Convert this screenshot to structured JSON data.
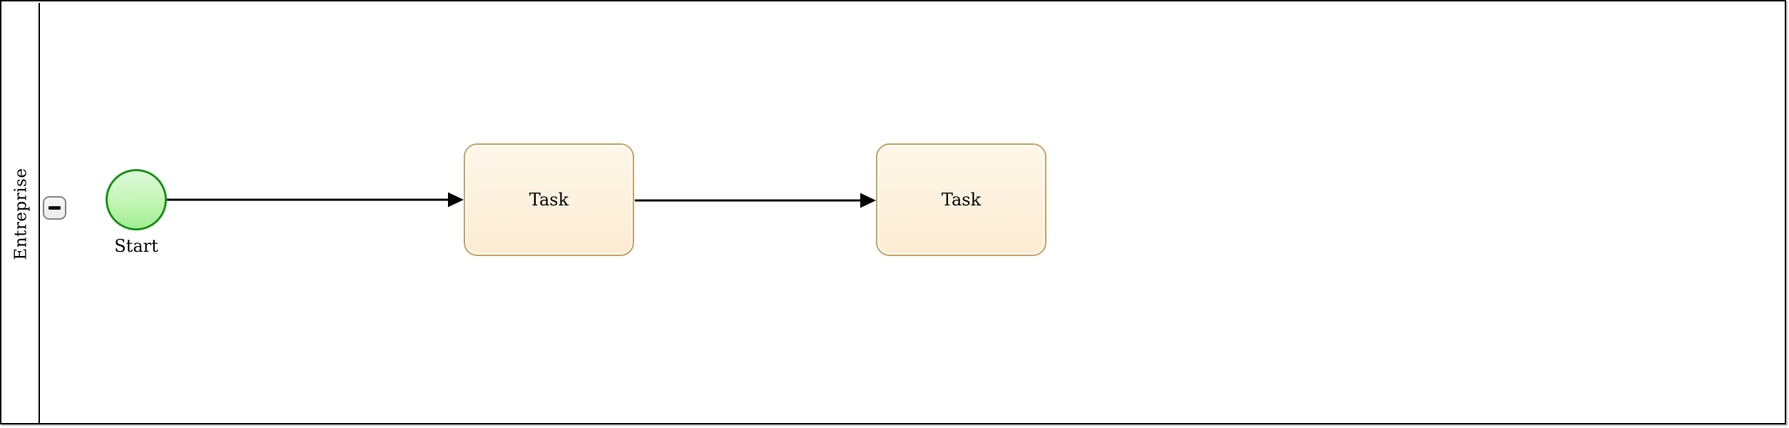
{
  "pool": {
    "name": "Entreprise",
    "collapse_icon": "minus"
  },
  "process": {
    "start_event": {
      "label": "Start",
      "shape": "circle"
    },
    "tasks": [
      {
        "label": "Task"
      },
      {
        "label": "Task"
      }
    ],
    "flows": [
      {
        "from": "start-event",
        "to": "task-1"
      },
      {
        "from": "task-1",
        "to": "task-2"
      }
    ]
  },
  "colors": {
    "event_stroke": "#179317",
    "event_fill_top": "#def9d9",
    "event_fill_bottom": "#a2ee93",
    "task_stroke": "#c8a264",
    "task_fill_top": "#fdf7e9",
    "task_fill_bottom": "#fcebd2",
    "pool_stroke": "#000000",
    "flow_stroke": "#000000",
    "collapse_button_border": "#858585"
  }
}
